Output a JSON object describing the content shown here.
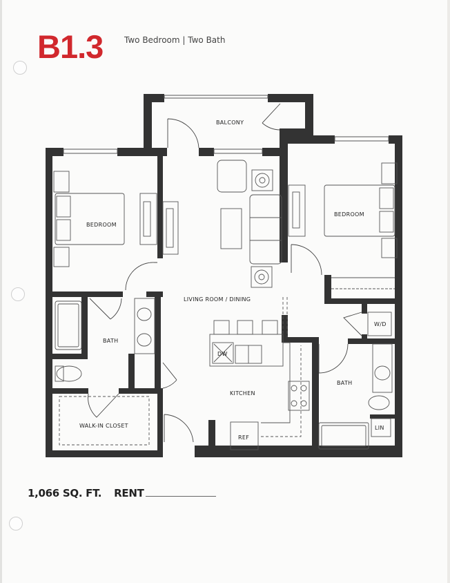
{
  "header": {
    "unit_code": "B1.3",
    "unit_description": "Two Bedroom | Two Bath",
    "accent_color": "#d1282d"
  },
  "floorplan": {
    "rooms": {
      "balcony": "BALCONY",
      "bedroom_left": "BEDROOM",
      "bedroom_right": "BEDROOM",
      "living": "LIVING ROOM / DINING",
      "bath_left": "BATH",
      "bath_right": "BATH",
      "walk_in_closet": "WALK-IN CLOSET",
      "kitchen": "KITCHEN",
      "washer_dryer": "W/D",
      "dishwasher": "DW",
      "refrigerator": "REF",
      "linen": "LIN"
    },
    "wall_color": "#333333"
  },
  "footer": {
    "square_footage": "1,066 SQ. FT.",
    "rent_label": "RENT"
  }
}
